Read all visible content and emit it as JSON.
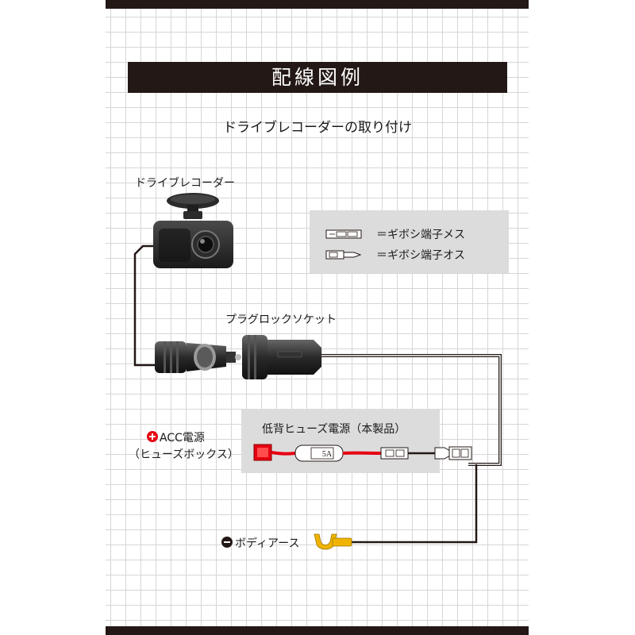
{
  "banner": {
    "title": "配線図例"
  },
  "subtitle": "ドライブレコーダーの取り付け",
  "labels": {
    "drive_recorder": "ドライブレコーダー",
    "plug_lock_socket": "プラグロックソケット",
    "low_profile_fuse": "低背ヒューズ電源（本製品）",
    "acc_power": "ACC電源",
    "acc_power_sub": "（ヒューズボックス）",
    "body_earth": "ボディアース",
    "fuse_rating": "5A"
  },
  "legend": [
    {
      "icon": "bullet-female-icon",
      "text": "＝ギボシ端子メス"
    },
    {
      "icon": "bullet-male-icon",
      "text": "＝ギボシ端子オス"
    }
  ],
  "colors": {
    "dark": "#231815",
    "grid_line": "#d6d6d6",
    "panel_grey": "#dcdcdc",
    "plus_red": "#e60012",
    "fuse_wire_red": "#e60012",
    "earth_yellow": "#f0b400"
  }
}
